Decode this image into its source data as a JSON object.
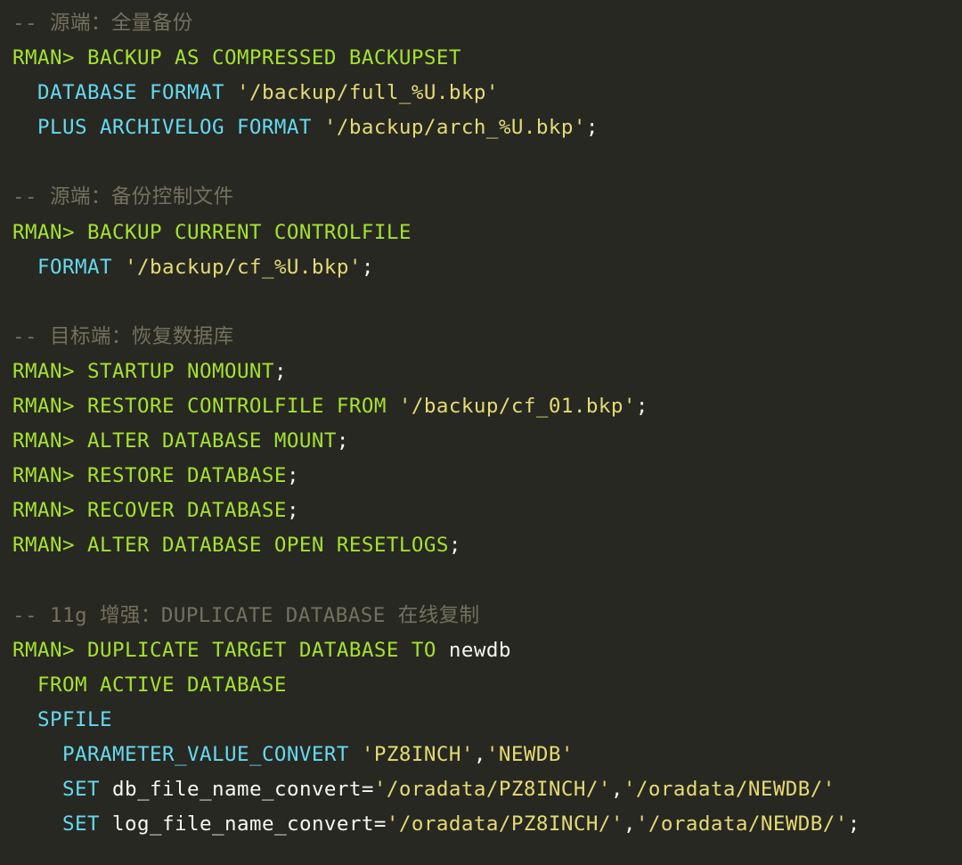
{
  "theme": {
    "background": "#272822",
    "comment": "#75715e",
    "keyword_primary": "#a6e22e",
    "keyword_secondary": "#66d9ef",
    "string": "#e6db74",
    "text": "#f8f8f2"
  },
  "code": {
    "lines": [
      [
        {
          "t": "comment",
          "v": "-- 源端：全量备份"
        }
      ],
      [
        {
          "t": "prompt",
          "v": "RMAN> "
        },
        {
          "t": "kw-green",
          "v": "BACKUP AS COMPRESSED BACKUPSET"
        }
      ],
      [
        {
          "t": "plain",
          "v": "  "
        },
        {
          "t": "kw-blue",
          "v": "DATABASE FORMAT "
        },
        {
          "t": "string",
          "v": "'/backup/full_%U.bkp'"
        }
      ],
      [
        {
          "t": "plain",
          "v": "  "
        },
        {
          "t": "kw-blue",
          "v": "PLUS ARCHIVELOG FORMAT "
        },
        {
          "t": "string",
          "v": "'/backup/arch_%U.bkp'"
        },
        {
          "t": "punct",
          "v": ";"
        }
      ],
      [],
      [
        {
          "t": "comment",
          "v": "-- 源端：备份控制文件"
        }
      ],
      [
        {
          "t": "prompt",
          "v": "RMAN> "
        },
        {
          "t": "kw-green",
          "v": "BACKUP CURRENT CONTROLFILE"
        }
      ],
      [
        {
          "t": "plain",
          "v": "  "
        },
        {
          "t": "kw-blue",
          "v": "FORMAT "
        },
        {
          "t": "string",
          "v": "'/backup/cf_%U.bkp'"
        },
        {
          "t": "punct",
          "v": ";"
        }
      ],
      [],
      [
        {
          "t": "comment",
          "v": "-- 目标端：恢复数据库"
        }
      ],
      [
        {
          "t": "prompt",
          "v": "RMAN> "
        },
        {
          "t": "kw-green",
          "v": "STARTUP NOMOUNT"
        },
        {
          "t": "punct",
          "v": ";"
        }
      ],
      [
        {
          "t": "prompt",
          "v": "RMAN> "
        },
        {
          "t": "kw-green",
          "v": "RESTORE CONTROLFILE FROM "
        },
        {
          "t": "string",
          "v": "'/backup/cf_01.bkp'"
        },
        {
          "t": "punct",
          "v": ";"
        }
      ],
      [
        {
          "t": "prompt",
          "v": "RMAN> "
        },
        {
          "t": "kw-green",
          "v": "ALTER DATABASE MOUNT"
        },
        {
          "t": "punct",
          "v": ";"
        }
      ],
      [
        {
          "t": "prompt",
          "v": "RMAN> "
        },
        {
          "t": "kw-green",
          "v": "RESTORE DATABASE"
        },
        {
          "t": "punct",
          "v": ";"
        }
      ],
      [
        {
          "t": "prompt",
          "v": "RMAN> "
        },
        {
          "t": "kw-green",
          "v": "RECOVER DATABASE"
        },
        {
          "t": "punct",
          "v": ";"
        }
      ],
      [
        {
          "t": "prompt",
          "v": "RMAN> "
        },
        {
          "t": "kw-green",
          "v": "ALTER DATABASE OPEN RESETLOGS"
        },
        {
          "t": "punct",
          "v": ";"
        }
      ],
      [],
      [
        {
          "t": "comment",
          "v": "-- 11g 增强：DUPLICATE DATABASE 在线复制"
        }
      ],
      [
        {
          "t": "prompt",
          "v": "RMAN> "
        },
        {
          "t": "kw-green",
          "v": "DUPLICATE TARGET DATABASE TO "
        },
        {
          "t": "plain",
          "v": "newdb"
        }
      ],
      [
        {
          "t": "plain",
          "v": "  "
        },
        {
          "t": "kw-green",
          "v": "FROM ACTIVE DATABASE"
        }
      ],
      [
        {
          "t": "plain",
          "v": "  "
        },
        {
          "t": "kw-blue",
          "v": "SPFILE"
        }
      ],
      [
        {
          "t": "plain",
          "v": "    "
        },
        {
          "t": "kw-blue",
          "v": "PARAMETER_VALUE_CONVERT "
        },
        {
          "t": "string",
          "v": "'PZ8INCH'"
        },
        {
          "t": "punct",
          "v": ","
        },
        {
          "t": "string",
          "v": "'NEWDB'"
        }
      ],
      [
        {
          "t": "plain",
          "v": "    "
        },
        {
          "t": "kw-blue",
          "v": "SET "
        },
        {
          "t": "plain",
          "v": "db_file_name_convert="
        },
        {
          "t": "string",
          "v": "'/oradata/PZ8INCH/'"
        },
        {
          "t": "punct",
          "v": ","
        },
        {
          "t": "string",
          "v": "'/oradata/NEWDB/'"
        }
      ],
      [
        {
          "t": "plain",
          "v": "    "
        },
        {
          "t": "kw-blue",
          "v": "SET "
        },
        {
          "t": "plain",
          "v": "log_file_name_convert="
        },
        {
          "t": "string",
          "v": "'/oradata/PZ8INCH/'"
        },
        {
          "t": "punct",
          "v": ","
        },
        {
          "t": "string",
          "v": "'/oradata/NEWDB/'"
        },
        {
          "t": "punct",
          "v": ";"
        }
      ]
    ]
  }
}
